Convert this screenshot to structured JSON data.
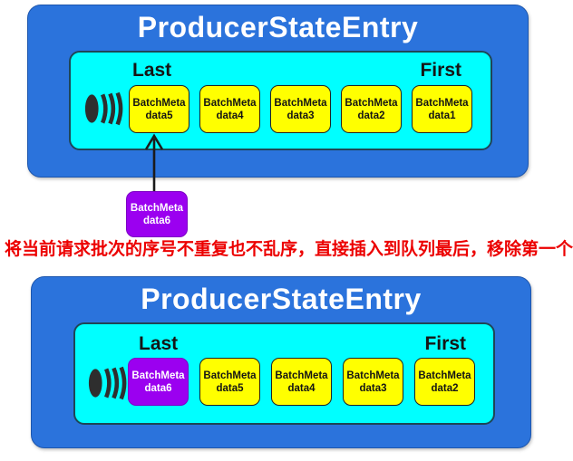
{
  "colors": {
    "panel_blue": "#2b73dc",
    "queue_cyan": "#00ffff",
    "batch_yellow": "#ffff00",
    "batch_purple": "#9b00f0",
    "annotation_red": "#ec0000",
    "icon_dark": "#2e2e2e"
  },
  "icons": {
    "more_items": "stacked-discs ellipsis (queue continues)",
    "insert_arrow": "upward arrow"
  },
  "annotation": {
    "text": "将当前请求批次的序号不重复也不乱序，直接插入到队列最后，移除第一个"
  },
  "floating_box": {
    "line1": "BatchMeta",
    "line2": "data6",
    "variant": "purple"
  },
  "diagrams": [
    {
      "title": "ProducerStateEntry",
      "last_label": "Last",
      "first_label": "First",
      "boxes": [
        {
          "line1": "BatchMeta",
          "line2": "data5",
          "variant": "yellow"
        },
        {
          "line1": "BatchMeta",
          "line2": "data4",
          "variant": "yellow"
        },
        {
          "line1": "BatchMeta",
          "line2": "data3",
          "variant": "yellow"
        },
        {
          "line1": "BatchMeta",
          "line2": "data2",
          "variant": "yellow"
        },
        {
          "line1": "BatchMeta",
          "line2": "data1",
          "variant": "yellow"
        }
      ]
    },
    {
      "title": "ProducerStateEntry",
      "last_label": "Last",
      "first_label": "First",
      "boxes": [
        {
          "line1": "BatchMeta",
          "line2": "data6",
          "variant": "purple"
        },
        {
          "line1": "BatchMeta",
          "line2": "data5",
          "variant": "yellow"
        },
        {
          "line1": "BatchMeta",
          "line2": "data4",
          "variant": "yellow"
        },
        {
          "line1": "BatchMeta",
          "line2": "data3",
          "variant": "yellow"
        },
        {
          "line1": "BatchMeta",
          "line2": "data2",
          "variant": "yellow"
        }
      ]
    }
  ]
}
